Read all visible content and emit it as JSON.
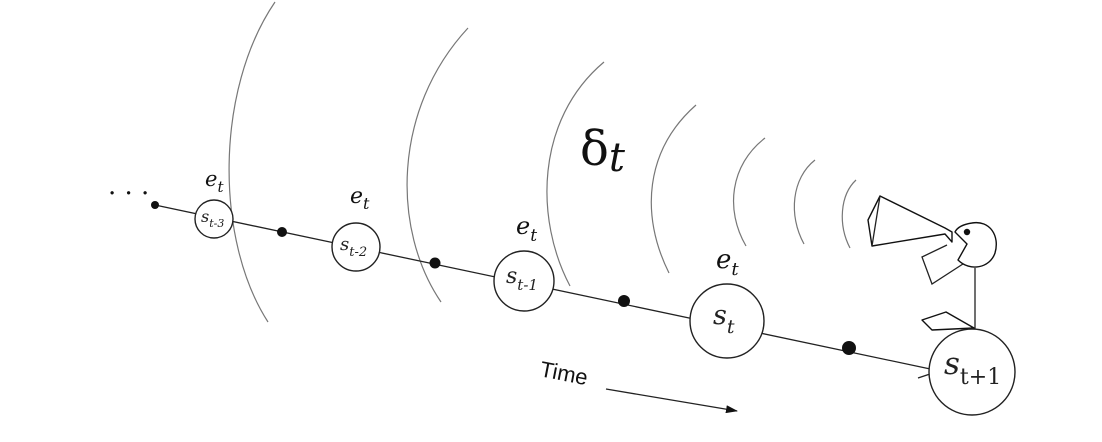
{
  "labels": {
    "ellipsis": "· · ·",
    "delta": "δ",
    "delta_sub": "t",
    "time": "Time",
    "e_base": "e",
    "e_sub": "t"
  },
  "states": [
    {
      "base": "s",
      "sub": "t-3",
      "e_label": true
    },
    {
      "base": "s",
      "sub": "t-2",
      "e_label": true
    },
    {
      "base": "s",
      "sub": "t-1",
      "e_label": true
    },
    {
      "base": "s",
      "sub": "t",
      "e_label": true
    },
    {
      "base": "s",
      "sub": "t+1",
      "e_label": false
    }
  ]
}
